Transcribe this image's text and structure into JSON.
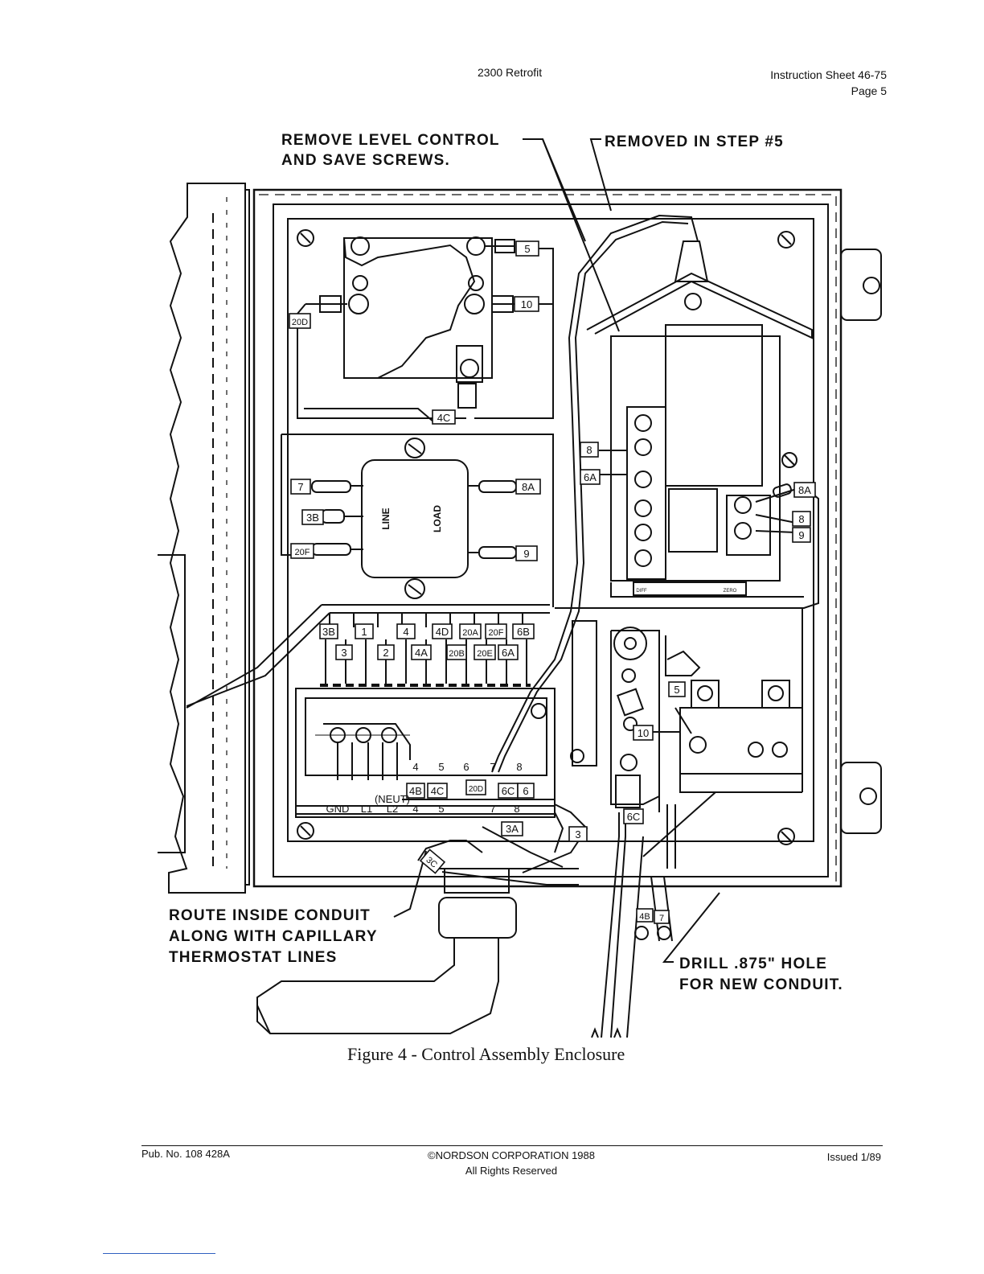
{
  "header": {
    "doc_title": "2300 Retrofit",
    "sheet": "Instruction Sheet 46-75",
    "page": "Page 5"
  },
  "callouts": {
    "remove_level_control_1": "REMOVE LEVEL CONTROL",
    "remove_level_control_2": "AND SAVE SCREWS.",
    "removed_step": "REMOVED IN STEP #5",
    "route_conduit_1": "ROUTE INSIDE CONDUIT",
    "route_conduit_2": "ALONG WITH CAPILLARY",
    "route_conduit_3": "THERMOSTAT LINES",
    "drill_hole_1": "DRILL .875\" HOLE",
    "drill_hole_2": "FOR NEW CONDUIT."
  },
  "diagram": {
    "top_wire_tags": [
      "5",
      "10",
      "20D",
      "4C"
    ],
    "filter_labels": {
      "line": "LINE",
      "load": "LOAD"
    },
    "filter_tags": [
      "7",
      "3B",
      "20F",
      "8A",
      "9"
    ],
    "terminal_row_upper": [
      "3B",
      "1",
      "4",
      "4D",
      "20A",
      "20F",
      "6B"
    ],
    "terminal_row_lower": [
      "3",
      "2",
      "4A",
      "20B",
      "20E",
      "6A"
    ],
    "terminal_numbers_top": [
      "4",
      "5",
      "6",
      "7",
      "8"
    ],
    "terminal_tags_bottom": [
      "4B",
      "4C",
      "20D",
      "6C",
      "6"
    ],
    "neut_label": "(NEUT)",
    "terminal_bottom_labels": [
      "GND",
      "L1",
      "L2",
      "4",
      "5",
      "7",
      "8"
    ],
    "right_block_tags": [
      "8",
      "6A",
      "8A",
      "8",
      "9"
    ],
    "right_lower_tags": [
      "5",
      "10",
      "6C"
    ],
    "bottom_tags": [
      "3A",
      "3",
      "3C",
      "4B",
      "7"
    ],
    "panel_small_labels": [
      "DIFF",
      "ZERO"
    ]
  },
  "caption": "Figure 4 - Control Assembly Enclosure",
  "footer": {
    "pub": "Pub. No. 108 428A",
    "copyright": "©NORDSON CORPORATION 1988",
    "rights": "All Rights Reserved",
    "issued": "Issued 1/89"
  }
}
